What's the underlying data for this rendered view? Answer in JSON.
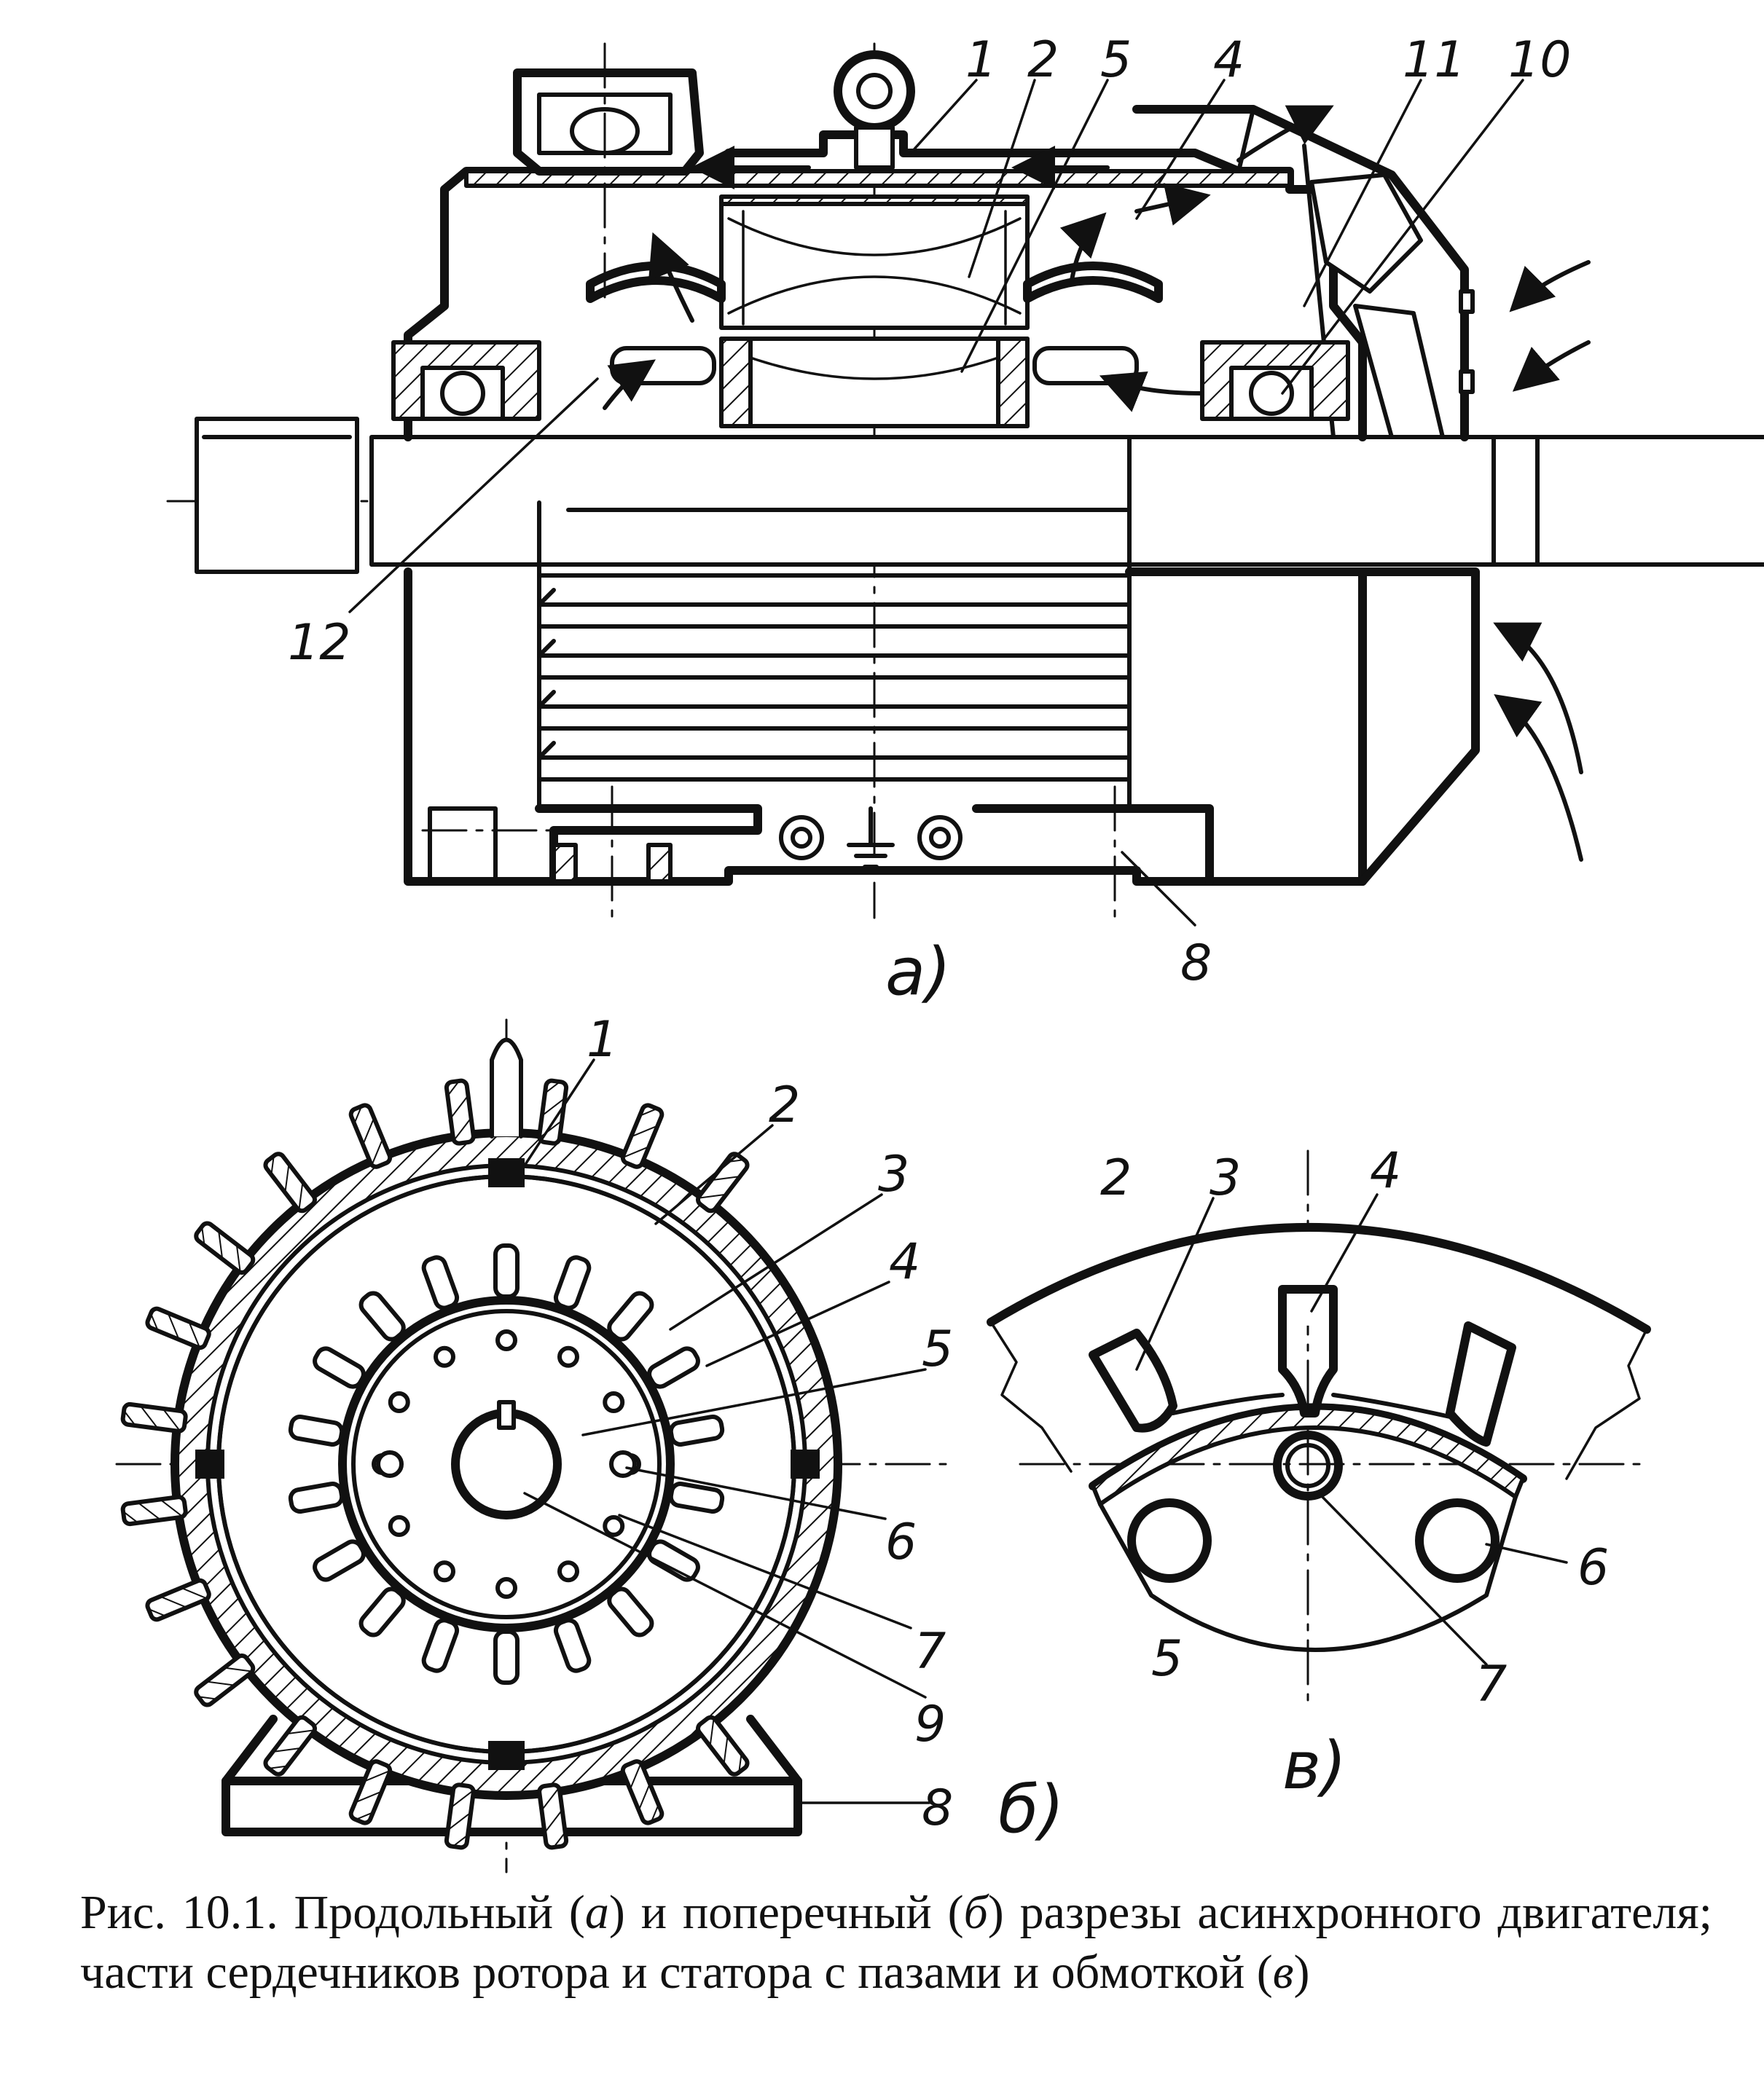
{
  "figure": {
    "view_a": {
      "label": "а)",
      "callouts": [
        "1",
        "2",
        "5",
        "4",
        "11",
        "10",
        "12",
        "8"
      ]
    },
    "view_b": {
      "label": "б)",
      "callouts": [
        "1",
        "2",
        "3",
        "4",
        "5",
        "6",
        "7",
        "9",
        "8"
      ]
    },
    "view_c": {
      "label": "в)",
      "callouts": [
        "2",
        "3",
        "4",
        "6",
        "5",
        "7"
      ]
    }
  },
  "caption": {
    "prefix": "Рис. 10.1. Продольный (",
    "mark_a": "а",
    "part2": ") и поперечный (",
    "mark_b": "б",
    "part3": ") разрезы асинхронного двигателя; части сердечников ротора и статора с пазами и обмоткой (",
    "mark_c": "в",
    "suffix": ")"
  }
}
